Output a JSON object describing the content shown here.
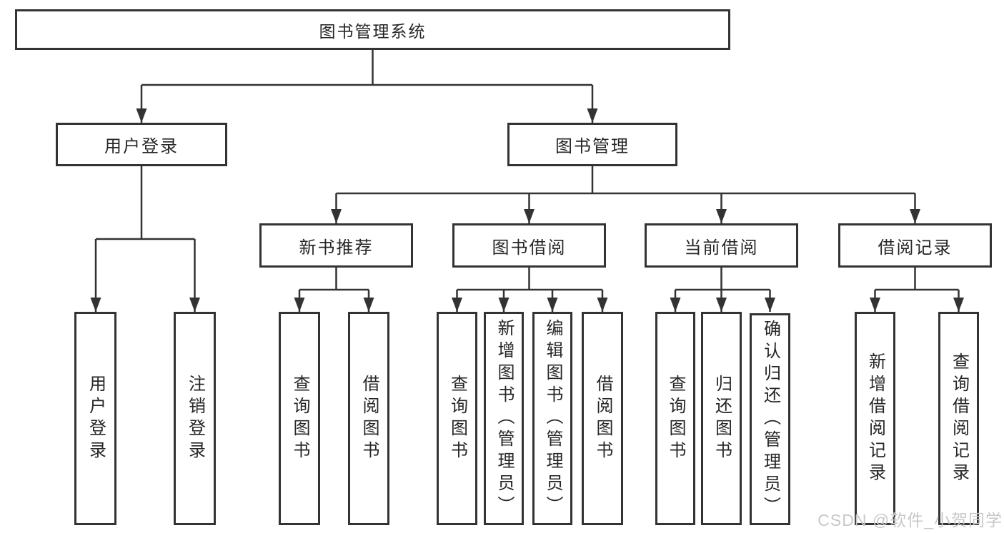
{
  "diagram": {
    "root": {
      "label": "图书管理系统"
    },
    "branches": [
      {
        "label": "用户登录",
        "children": [
          {
            "label": "用户登录"
          },
          {
            "label": "注销登录"
          }
        ]
      },
      {
        "label": "图书管理",
        "children": [
          {
            "label": "新书推荐",
            "children": [
              {
                "label": "查询图书"
              },
              {
                "label": "借阅图书"
              }
            ]
          },
          {
            "label": "图书借阅",
            "children": [
              {
                "label": "查询图书"
              },
              {
                "label": "新增图书（管理员）"
              },
              {
                "label": "编辑图书（管理员）"
              },
              {
                "label": "借阅图书"
              }
            ]
          },
          {
            "label": "当前借阅",
            "children": [
              {
                "label": "查询图书"
              },
              {
                "label": "归还图书"
              },
              {
                "label": "确认归还（管理员）"
              }
            ]
          },
          {
            "label": "借阅记录",
            "children": [
              {
                "label": "新增借阅记录"
              },
              {
                "label": "查询借阅记录"
              }
            ]
          }
        ]
      }
    ]
  },
  "watermark": {
    "text": "CSDN @软件_小贺同学"
  },
  "colors": {
    "line": "#333333",
    "box_border": "#333333",
    "text": "#262626",
    "watermark": "#c8c8c8"
  }
}
